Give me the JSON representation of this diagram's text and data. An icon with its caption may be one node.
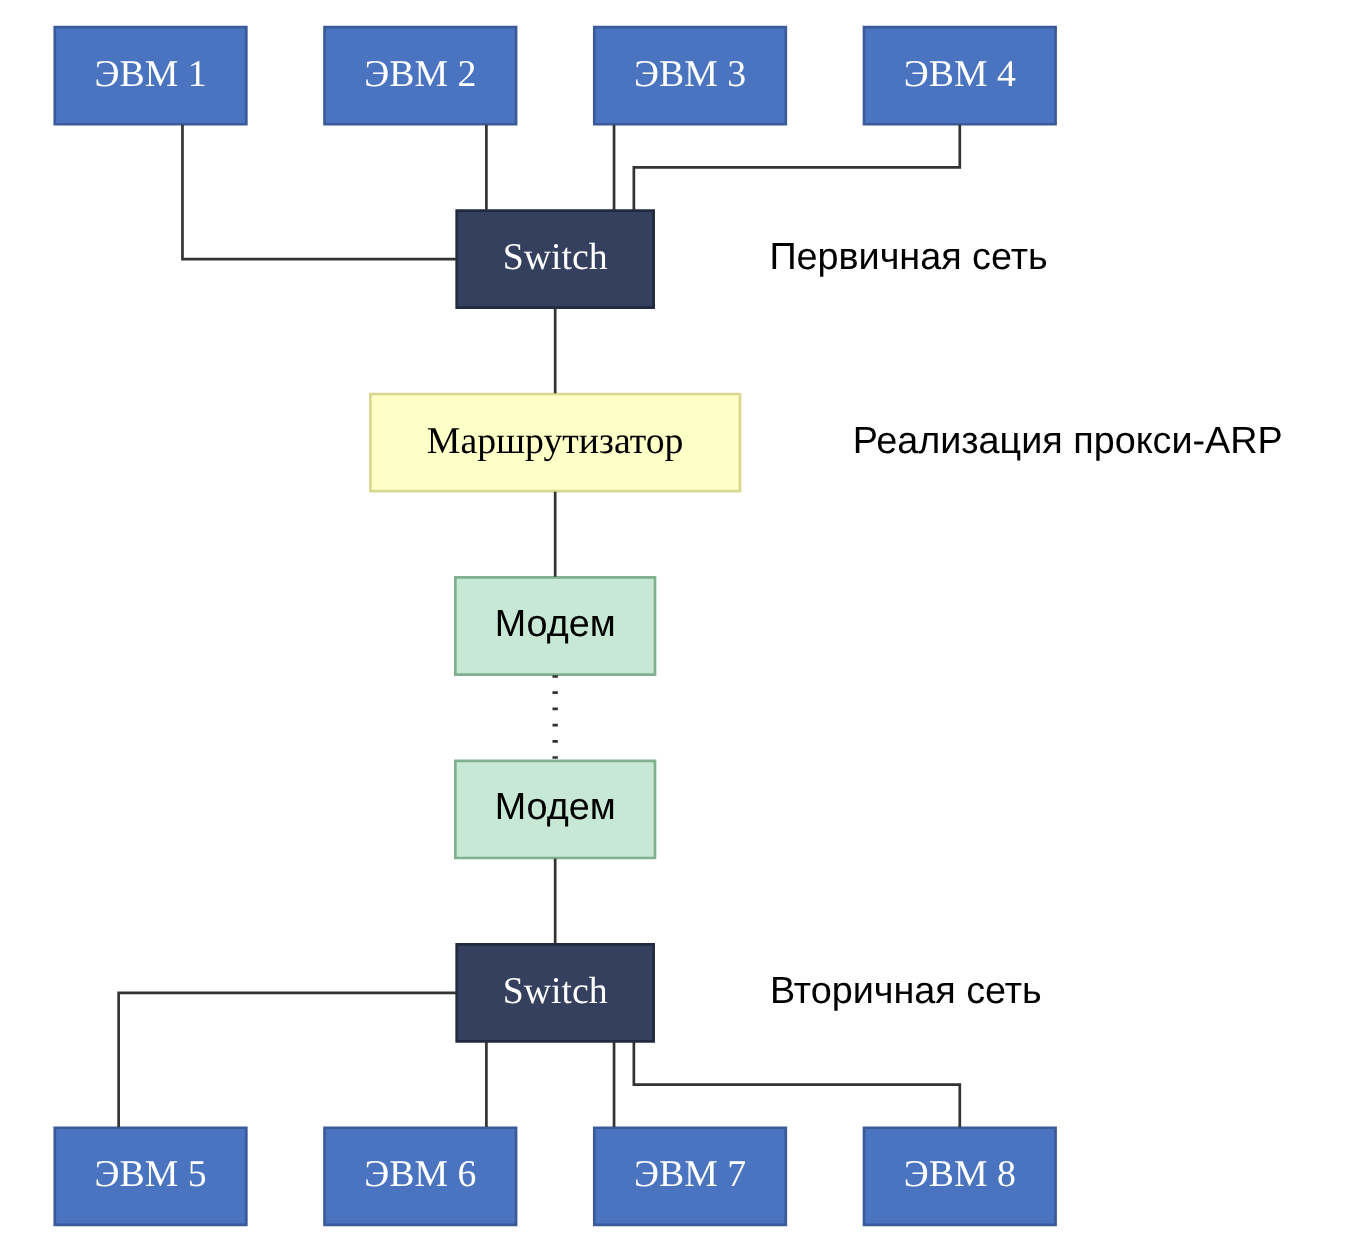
{
  "diagram": {
    "nodes": [
      {
        "text": [
          "ЭВМ 1"
        ]
      },
      {
        "text": [
          "ЭВМ 2"
        ]
      },
      {
        "text": [
          "ЭВМ 3"
        ]
      },
      {
        "text": [
          "ЭВМ 4"
        ]
      },
      {
        "text": [
          "Switch"
        ]
      },
      {
        "text": [
          "Маршрутизатор"
        ],
        "beside": [
          "Реализация прокси-ARP"
        ]
      },
      {
        "text": [
          "Модем"
        ]
      },
      {
        "text": [
          "Модем"
        ]
      },
      {
        "text": [
          "Switch"
        ]
      },
      {
        "text": [
          "ЭВМ 5"
        ]
      },
      {
        "text": [
          "ЭВМ 6"
        ]
      },
      {
        "text": [
          "ЭВМ 7"
        ]
      },
      {
        "text": [
          "ЭВМ 8"
        ]
      }
    ],
    "edges": [
      {
        "from": 0,
        "to": 4,
        "arrow": "none"
      },
      {
        "from": 1,
        "to": 4,
        "arrow": "none"
      },
      {
        "from": 2,
        "to": 4,
        "arrow": "none"
      },
      {
        "from": 3,
        "to": 4,
        "arrow": "none"
      },
      {
        "from": 4,
        "to": 5,
        "arrow": "none"
      },
      {
        "from": 5,
        "to": 6,
        "arrow": "none"
      },
      {
        "from": 6,
        "to": 7,
        "arrow": "none",
        "style": "dashed"
      },
      {
        "from": 7,
        "to": 8,
        "arrow": "none"
      },
      {
        "from": 8,
        "to": 9,
        "arrow": "none"
      },
      {
        "from": 8,
        "to": 10,
        "arrow": "none"
      },
      {
        "from": 8,
        "to": 11,
        "arrow": "none"
      },
      {
        "from": 8,
        "to": 12,
        "arrow": "none"
      }
    ],
    "labels": [
      "Первичная сеть",
      "Вторичная сеть"
    ]
  }
}
